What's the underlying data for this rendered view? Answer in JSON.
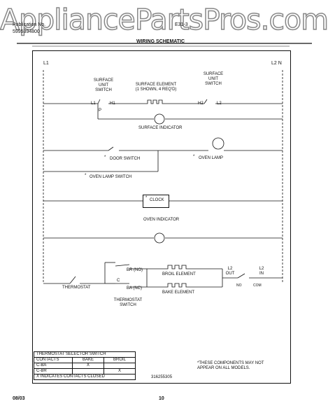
{
  "watermark": "AppliancePartsPros.com",
  "header": {
    "left_top": "Publication No.",
    "left_num": "5995394800",
    "right_top": "E31-3",
    "title": "WIRING SCHEMATIC"
  },
  "lines": {
    "l1": "L1",
    "l2n": "L2 N"
  },
  "surface": {
    "switch_left": "SURFACE\nUNIT\nSWITCH",
    "switch_right": "SURFACE\nUNIT\nSWITCH",
    "element": "SURFACE ELEMENT\n(1 SHOWN, 4 REQ'D)",
    "l1": "L1",
    "h1": "H1",
    "p": "P",
    "h2": "H2",
    "l2": "L2",
    "indicator": "SURFACE INDICATOR"
  },
  "door_switch": "DOOR SWITCH",
  "oven_lamp": "OVEN LAMP",
  "oven_lamp_switch": "OVEN LAMP SWITCH",
  "star": "*",
  "clock": "CLOCK",
  "oven_indicator": "OVEN INDICATOR",
  "thermostat": "THERMOSTAT",
  "thermostat_switch": "THERMOSTAT\nSWITCH",
  "br_no": "BR (NO)",
  "ba_nc": "BA (NC)",
  "c": "C",
  "broil_element": "BROIL ELEMENT",
  "bake_element": "BAKE ELEMENT",
  "l2_out": "L2\nOUT",
  "l2_in": "L2\nIN",
  "no": "NO",
  "com": "COM",
  "selector_table": {
    "title": "THERMOSTAT SELECTOR SWITCH",
    "headers": [
      "CONTACTS",
      "BAKE",
      "BROIL"
    ],
    "rows": [
      [
        "C-BA",
        "X",
        ""
      ],
      [
        "C-BR",
        "",
        "X"
      ]
    ],
    "footnote": "X INDICATES CONTACTS CLOSED"
  },
  "note": "*THESE COMPONENTS MAY NOT\nAPPEAR ON ALL MODELS.",
  "part_number": "316255305",
  "footer": {
    "date": "08/03",
    "page": "10"
  }
}
